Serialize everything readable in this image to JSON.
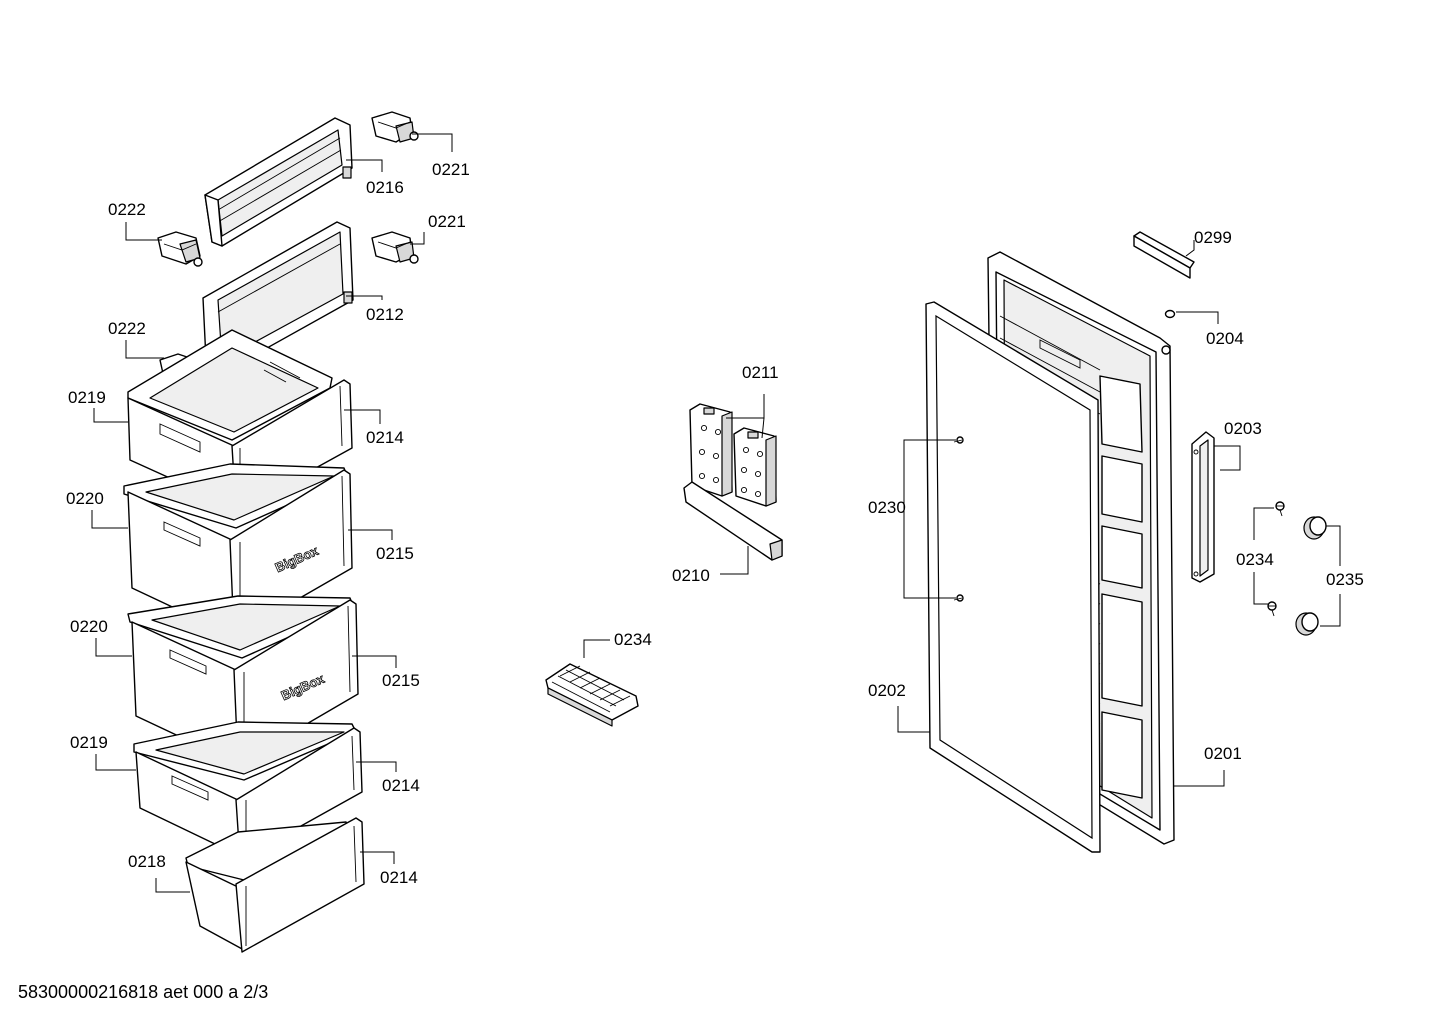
{
  "document_id": "58300000216818 aet 000 a 2/3",
  "brand_label": "BigBox",
  "callouts": {
    "c0221a": "0221",
    "c0216": "0216",
    "c0222a": "0222",
    "c0221b": "0221",
    "c0212": "0212",
    "c0222b": "0222",
    "c0219a": "0219",
    "c0214a": "0214",
    "c0220a": "0220",
    "c0215a": "0215",
    "c0220b": "0220",
    "c0215b": "0215",
    "c0219b": "0219",
    "c0214b": "0214",
    "c0218": "0218",
    "c0214c": "0214",
    "c0211": "0211",
    "c0210": "0210",
    "c0234a": "0234",
    "c0299": "0299",
    "c0204": "0204",
    "c0203": "0203",
    "c0230": "0230",
    "c0234b": "0234",
    "c0235": "0235",
    "c0202": "0202",
    "c0201": "0201"
  }
}
